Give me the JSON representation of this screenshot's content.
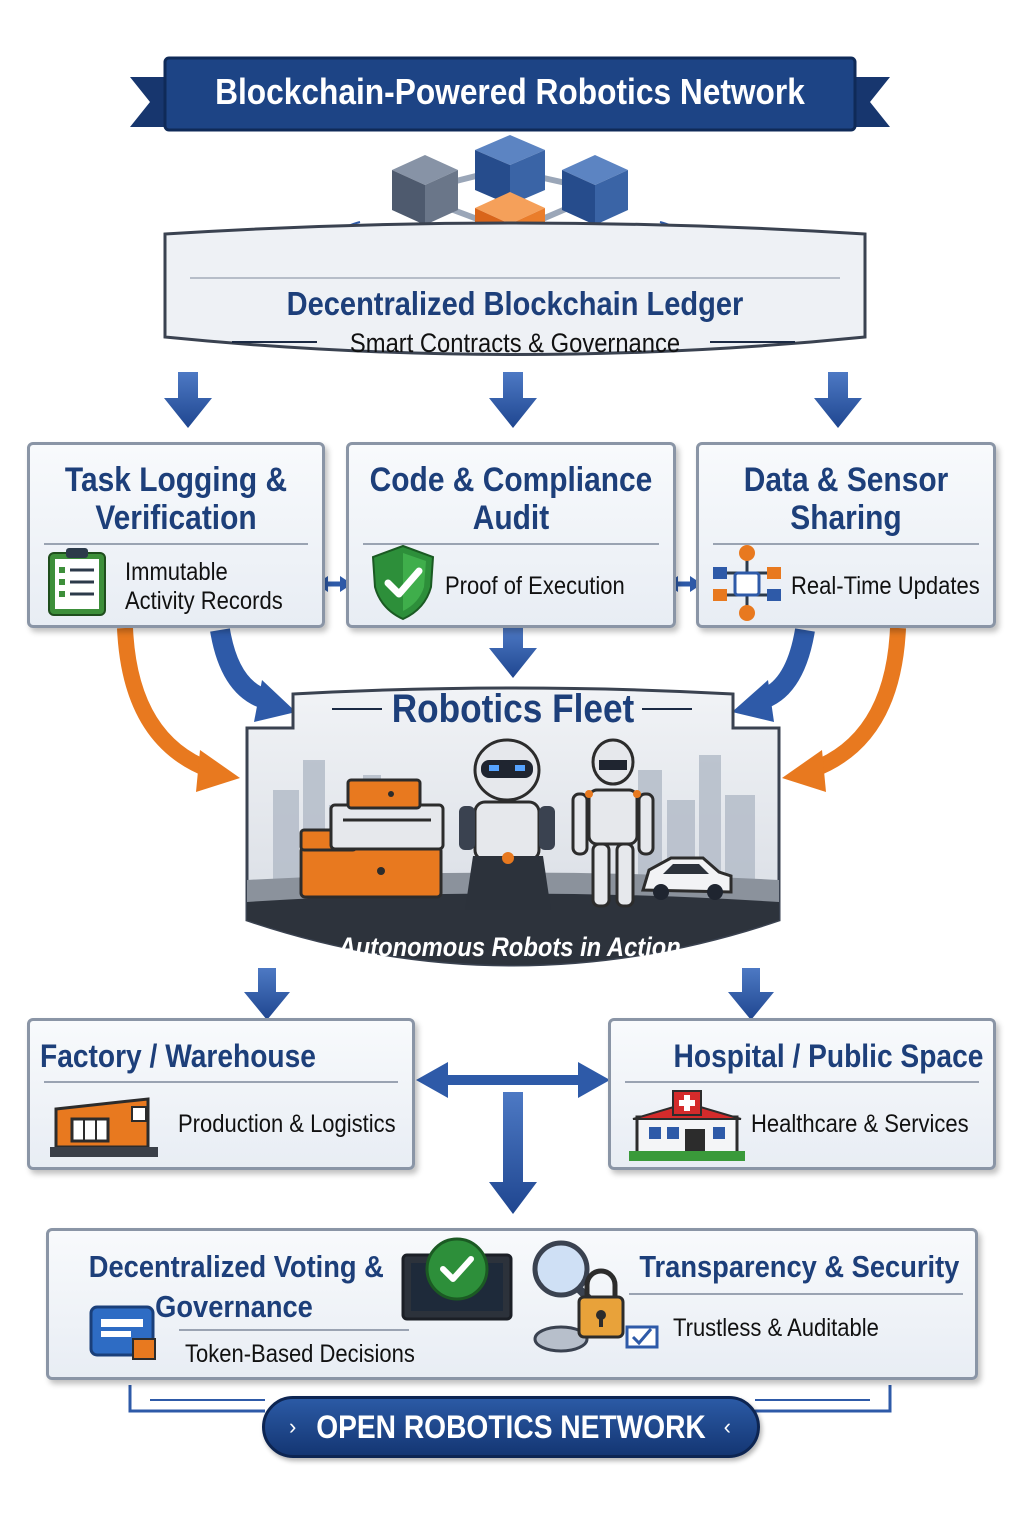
{
  "title": "Blockchain-Powered Robotics Network",
  "ledger": {
    "title": "Decentralized Blockchain Ledger",
    "subtitle": "Smart Contracts & Governance"
  },
  "modules": [
    {
      "title_line1": "Task Logging &",
      "title_line2": "Verification",
      "desc_line1": "Immutable",
      "desc_line2": "Activity Records",
      "icon": "clipboard-icon"
    },
    {
      "title_line1": "Code & Compliance",
      "title_line2": "Audit",
      "desc": "Proof of Execution",
      "icon": "shield-check-icon"
    },
    {
      "title_line1": "Data & Sensor",
      "title_line2": "Sharing",
      "desc": "Real-Time Updates",
      "icon": "network-nodes-icon"
    }
  ],
  "fleet": {
    "title": "Robotics Fleet",
    "caption": "Autonomous Robots in Action."
  },
  "locations": [
    {
      "title": "Factory / Warehouse",
      "desc": "Production & Logistics",
      "icon": "warehouse-icon"
    },
    {
      "title": "Hospital / Public Space",
      "desc": "Healthcare & Services",
      "icon": "hospital-icon"
    }
  ],
  "governance": {
    "voting_line1": "Decentralized Voting &",
    "voting_line2": "Governance",
    "voting_desc": "Token-Based Decisions",
    "security_title": "Transparency & Security",
    "security_desc": "Trustless & Auditable"
  },
  "footer": {
    "label": "OPEN ROBOTICS NETWORK"
  },
  "colors": {
    "navy": "#1d3f7a",
    "arrow_blue": "#2e5aa8",
    "orange": "#e8791f",
    "card_border": "#8a95a6"
  }
}
